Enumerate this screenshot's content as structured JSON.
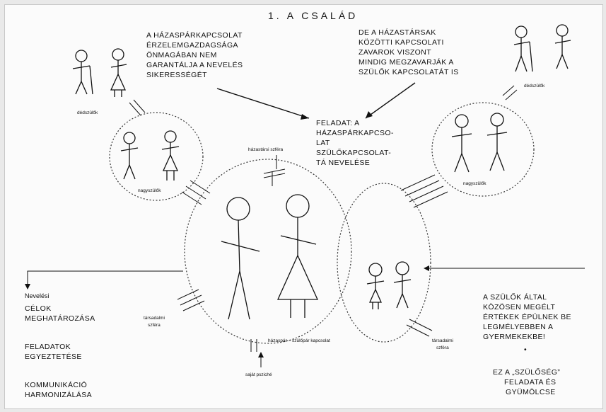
{
  "title": "1. A CSALÁD",
  "top_left_text": [
    "A HÁZASPÁRKAPCSOLAT",
    "ÉRZELEMGAZDAGSÁGA",
    "ÖNMAGÁBAN NEM",
    "GARANTÁLJA A NEVELÉS",
    "SIKERESSÉGÉT"
  ],
  "top_right_text": [
    "DE A HÁZASTÁRSAK",
    "KÖZÖTTI KAPCSOLATI",
    "ZAVAROK VISZONT",
    "MINDIG MEGZAVARJÁK A",
    "SZÜLŐK KAPCSOLATÁT IS"
  ],
  "center_task": [
    "FELADAT: A",
    "HÁZASPÁRKAPCSO-",
    "LAT",
    "SZÜLŐKAPCSOLAT-",
    "TÁ NEVELÉSE"
  ],
  "left_goals": {
    "label": "Nevelési",
    "items": [
      [
        "CÉLOK",
        "MEGHATÁROZÁSA"
      ],
      [
        "FELADATOK",
        "EGYEZTETÉSE"
      ],
      [
        "KOMMUNIKÁCIÓ",
        "HARMONIZÁLÁSA"
      ]
    ]
  },
  "right_text": [
    "A SZÜLŐK ÁLTAL",
    "KÖZÖSEN MEGÉLT",
    "ÉRTÉKEK ÉPÜLNEK BE",
    "LEGMÉLYEBBEN A",
    "GYERMEKEKBE!"
  ],
  "right_note": [
    "EZ A „SZÜLŐSÉG”",
    "FELADATA ÉS",
    "GYÜMÖLCSE"
  ],
  "small_labels": {
    "left_ancestors": "dédszülők",
    "right_ancestors": "dédszülők",
    "left_grandparents": "nagyszülők",
    "right_grandparents": "nagyszülők",
    "spouse_top": "házastársi szféra",
    "social_left": [
      "társadalmi",
      "szféra"
    ],
    "social_right": [
      "társadalmi",
      "szféra"
    ],
    "parent_bond": "házaspár – szülőpár kapcsolat",
    "own_self": "saját psziché"
  }
}
